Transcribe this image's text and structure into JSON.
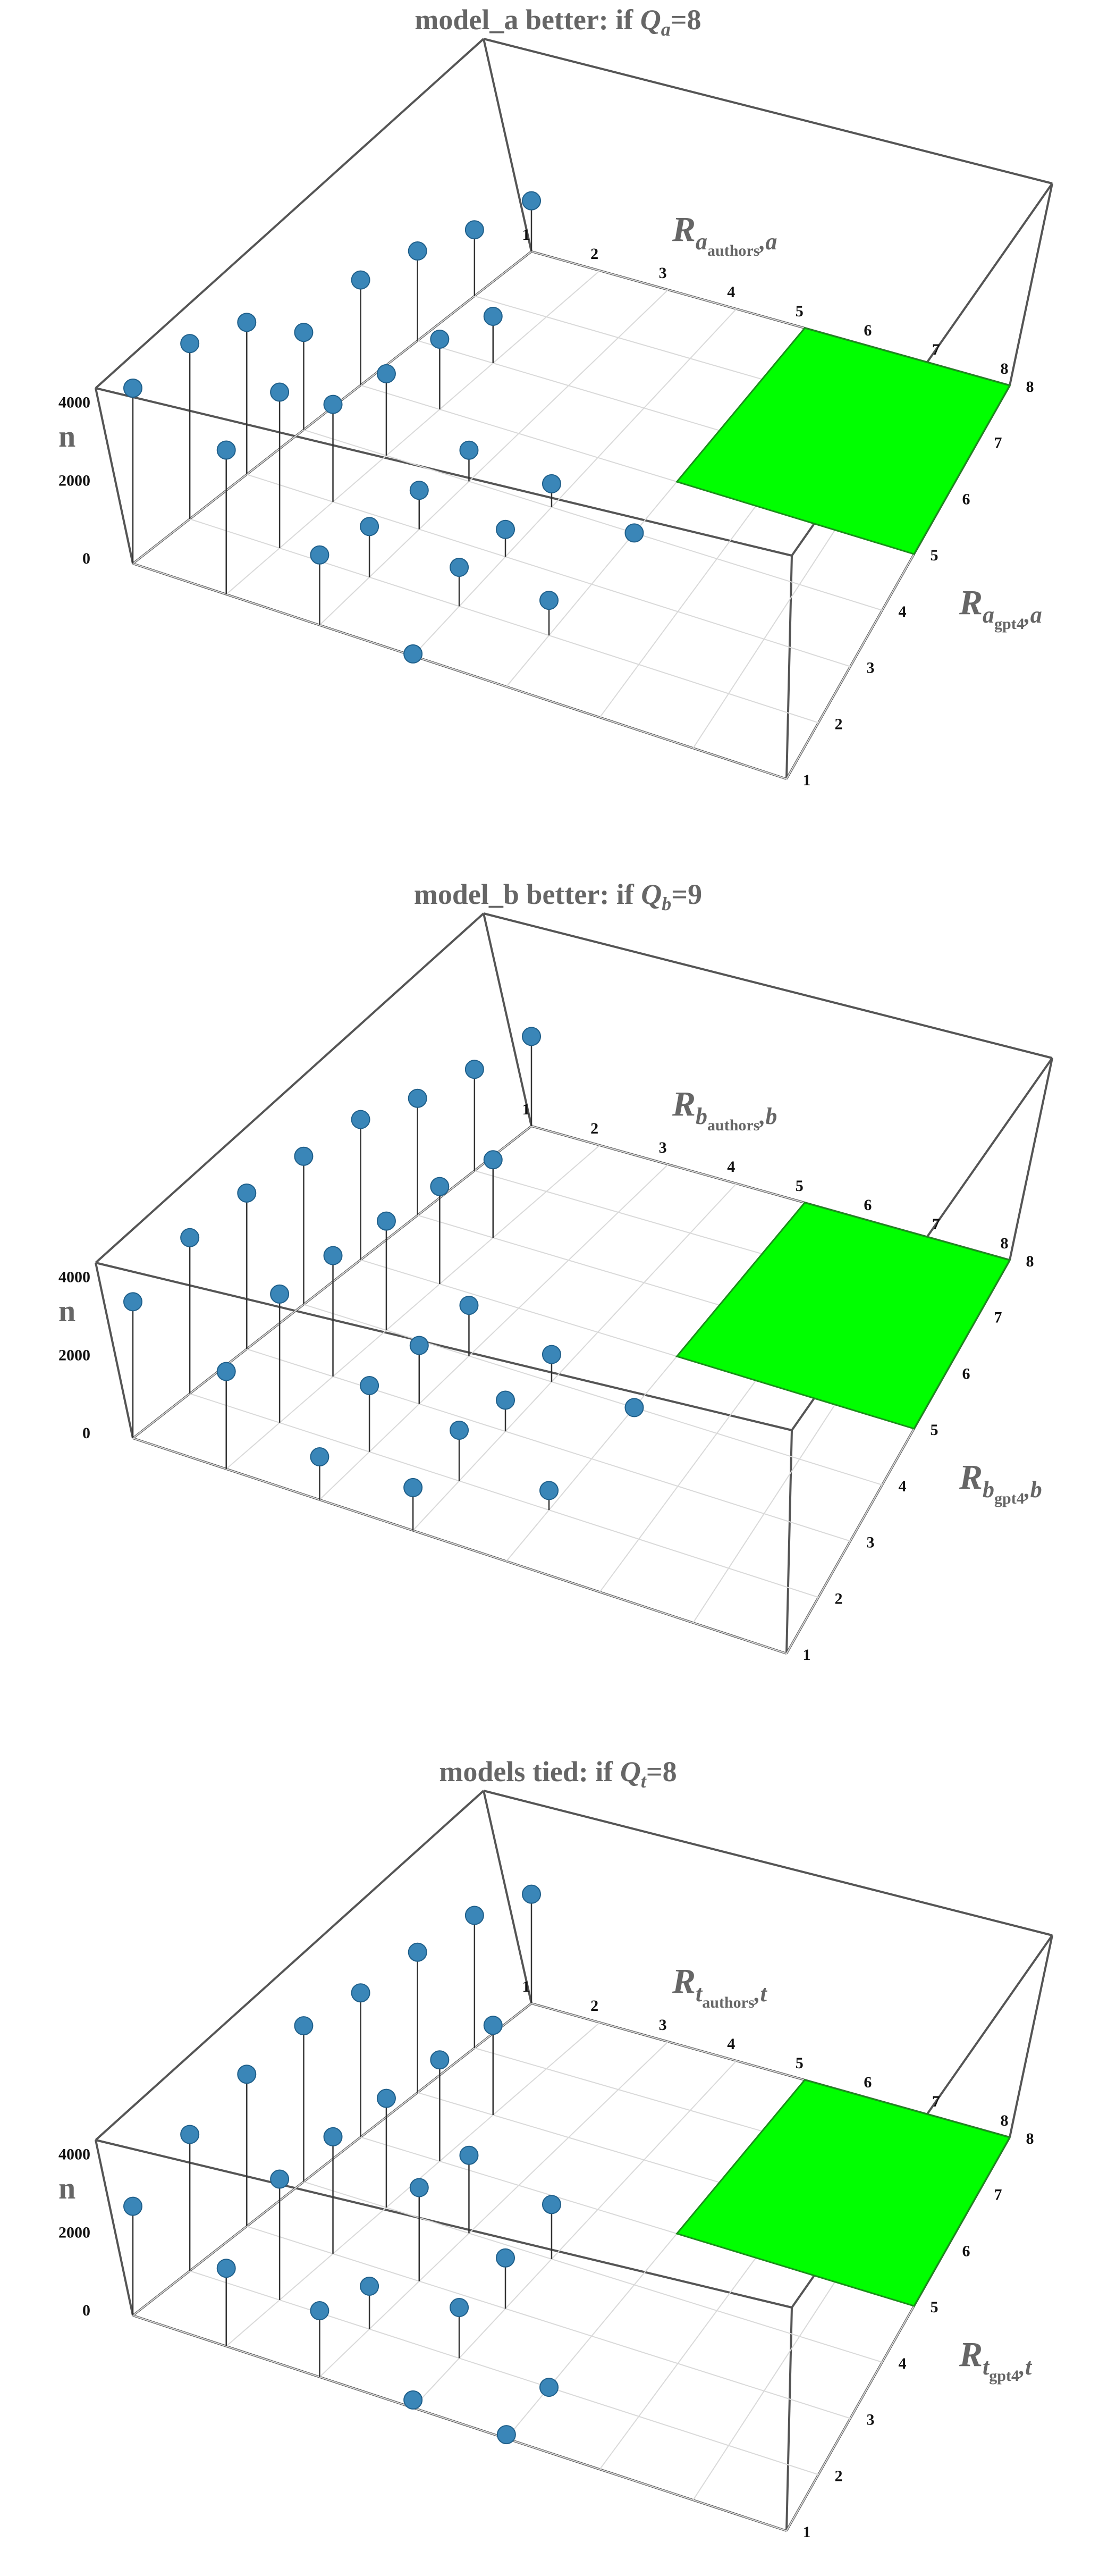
{
  "chart_data": [
    {
      "type": "scatter3d",
      "title": {
        "prefix": "model_a better: if ",
        "sym": "Q",
        "sub": "a",
        "eq": "=8"
      },
      "zlabel": "n",
      "xlabel": {
        "base": "R",
        "sub1": "a",
        "sub2": "authors",
        "tail": ",a"
      },
      "ylabel": {
        "base": "R",
        "sub1": "a",
        "sub2": "gpt4",
        "tail": ",a"
      },
      "x_ticks": [
        "1",
        "2",
        "3",
        "4",
        "5",
        "6",
        "7",
        "8"
      ],
      "y_ticks": [
        "1",
        "2",
        "3",
        "4",
        "5",
        "6",
        "7",
        "8"
      ],
      "z_ticks": [
        "0",
        "2000",
        "4000"
      ],
      "xlim": [
        1,
        8
      ],
      "ylim": [
        1,
        8
      ],
      "zlim": [
        0,
        4500
      ],
      "region": {
        "x": [
          5,
          8
        ],
        "y": [
          5,
          8
        ],
        "z": 0,
        "color": "#00ff00"
      },
      "points": [
        [
          1,
          1,
          4500
        ],
        [
          1,
          2,
          4500
        ],
        [
          1,
          3,
          3900
        ],
        [
          1,
          4,
          2500
        ],
        [
          1,
          5,
          2700
        ],
        [
          1,
          6,
          2300
        ],
        [
          1,
          7,
          1700
        ],
        [
          1,
          8,
          1300
        ],
        [
          2,
          1,
          3700
        ],
        [
          2,
          2,
          4000
        ],
        [
          2,
          3,
          2500
        ],
        [
          2,
          4,
          2100
        ],
        [
          2,
          5,
          1800
        ],
        [
          2,
          6,
          1200
        ],
        [
          3,
          1,
          1800
        ],
        [
          3,
          2,
          1300
        ],
        [
          3,
          3,
          1000
        ],
        [
          3,
          4,
          800
        ],
        [
          4,
          1,
          50
        ],
        [
          4,
          2,
          1000
        ],
        [
          4,
          3,
          700
        ],
        [
          4,
          4,
          600
        ],
        [
          5,
          2,
          900
        ],
        [
          5,
          4,
          0
        ]
      ]
    },
    {
      "type": "scatter3d",
      "title": {
        "prefix": "model_b better: if ",
        "sym": "Q",
        "sub": "b",
        "eq": "=9"
      },
      "zlabel": "n",
      "xlabel": {
        "base": "R",
        "sub1": "b",
        "sub2": "authors",
        "tail": ",b"
      },
      "ylabel": {
        "base": "R",
        "sub1": "b",
        "sub2": "gpt4",
        "tail": ",b"
      },
      "x_ticks": [
        "1",
        "2",
        "3",
        "4",
        "5",
        "6",
        "7",
        "8"
      ],
      "y_ticks": [
        "1",
        "2",
        "3",
        "4",
        "5",
        "6",
        "7",
        "8"
      ],
      "z_ticks": [
        "0",
        "2000",
        "4000"
      ],
      "xlim": [
        1,
        8
      ],
      "ylim": [
        1,
        8
      ],
      "zlim": [
        0,
        4500
      ],
      "region": {
        "x": [
          5,
          8
        ],
        "y": [
          5,
          8
        ],
        "z": 0,
        "color": "#00ff00"
      },
      "points": [
        [
          1,
          1,
          3500
        ],
        [
          1,
          2,
          4000
        ],
        [
          1,
          3,
          4000
        ],
        [
          1,
          4,
          3800
        ],
        [
          1,
          5,
          3600
        ],
        [
          1,
          6,
          3000
        ],
        [
          1,
          7,
          2600
        ],
        [
          1,
          8,
          2300
        ],
        [
          2,
          1,
          2500
        ],
        [
          2,
          2,
          3300
        ],
        [
          2,
          3,
          3100
        ],
        [
          2,
          4,
          2800
        ],
        [
          2,
          5,
          2500
        ],
        [
          2,
          6,
          2000
        ],
        [
          3,
          1,
          1100
        ],
        [
          3,
          2,
          1700
        ],
        [
          3,
          3,
          1500
        ],
        [
          3,
          4,
          1300
        ],
        [
          4,
          1,
          1100
        ],
        [
          4,
          2,
          1300
        ],
        [
          4,
          3,
          800
        ],
        [
          4,
          4,
          700
        ],
        [
          5,
          2,
          500
        ],
        [
          5,
          4,
          0
        ]
      ]
    },
    {
      "type": "scatter3d",
      "title": {
        "prefix": "models tied: if ",
        "sym": "Q",
        "sub": "t",
        "eq": "=8"
      },
      "zlabel": "n",
      "xlabel": {
        "base": "R",
        "sub1": "t",
        "sub2": "authors",
        "tail": ",t"
      },
      "ylabel": {
        "base": "R",
        "sub1": "t",
        "sub2": "gpt4",
        "tail": ",t"
      },
      "x_ticks": [
        "1",
        "2",
        "3",
        "4",
        "5",
        "6",
        "7",
        "8"
      ],
      "y_ticks": [
        "1",
        "2",
        "3",
        "4",
        "5",
        "6",
        "7",
        "8"
      ],
      "z_ticks": [
        "0",
        "2000",
        "4000"
      ],
      "xlim": [
        1,
        8
      ],
      "ylim": [
        1,
        8
      ],
      "zlim": [
        0,
        4500
      ],
      "region": {
        "x": [
          5,
          8
        ],
        "y": [
          5,
          8
        ],
        "z": 0,
        "color": "#00ff00"
      },
      "points": [
        [
          1,
          1,
          2800
        ],
        [
          1,
          2,
          3500
        ],
        [
          1,
          3,
          3900
        ],
        [
          1,
          4,
          4000
        ],
        [
          1,
          5,
          3700
        ],
        [
          1,
          6,
          3600
        ],
        [
          1,
          7,
          3400
        ],
        [
          1,
          8,
          2800
        ],
        [
          2,
          1,
          2000
        ],
        [
          2,
          2,
          3100
        ],
        [
          2,
          3,
          3000
        ],
        [
          2,
          4,
          2800
        ],
        [
          2,
          5,
          2600
        ],
        [
          2,
          6,
          2300
        ],
        [
          3,
          1,
          1700
        ],
        [
          3,
          2,
          1100
        ],
        [
          3,
          3,
          2400
        ],
        [
          3,
          4,
          2000
        ],
        [
          4,
          1,
          200
        ],
        [
          4,
          2,
          1300
        ],
        [
          4,
          3,
          1300
        ],
        [
          4,
          4,
          1400
        ],
        [
          5,
          1,
          100
        ],
        [
          5,
          2,
          0
        ]
      ]
    }
  ]
}
